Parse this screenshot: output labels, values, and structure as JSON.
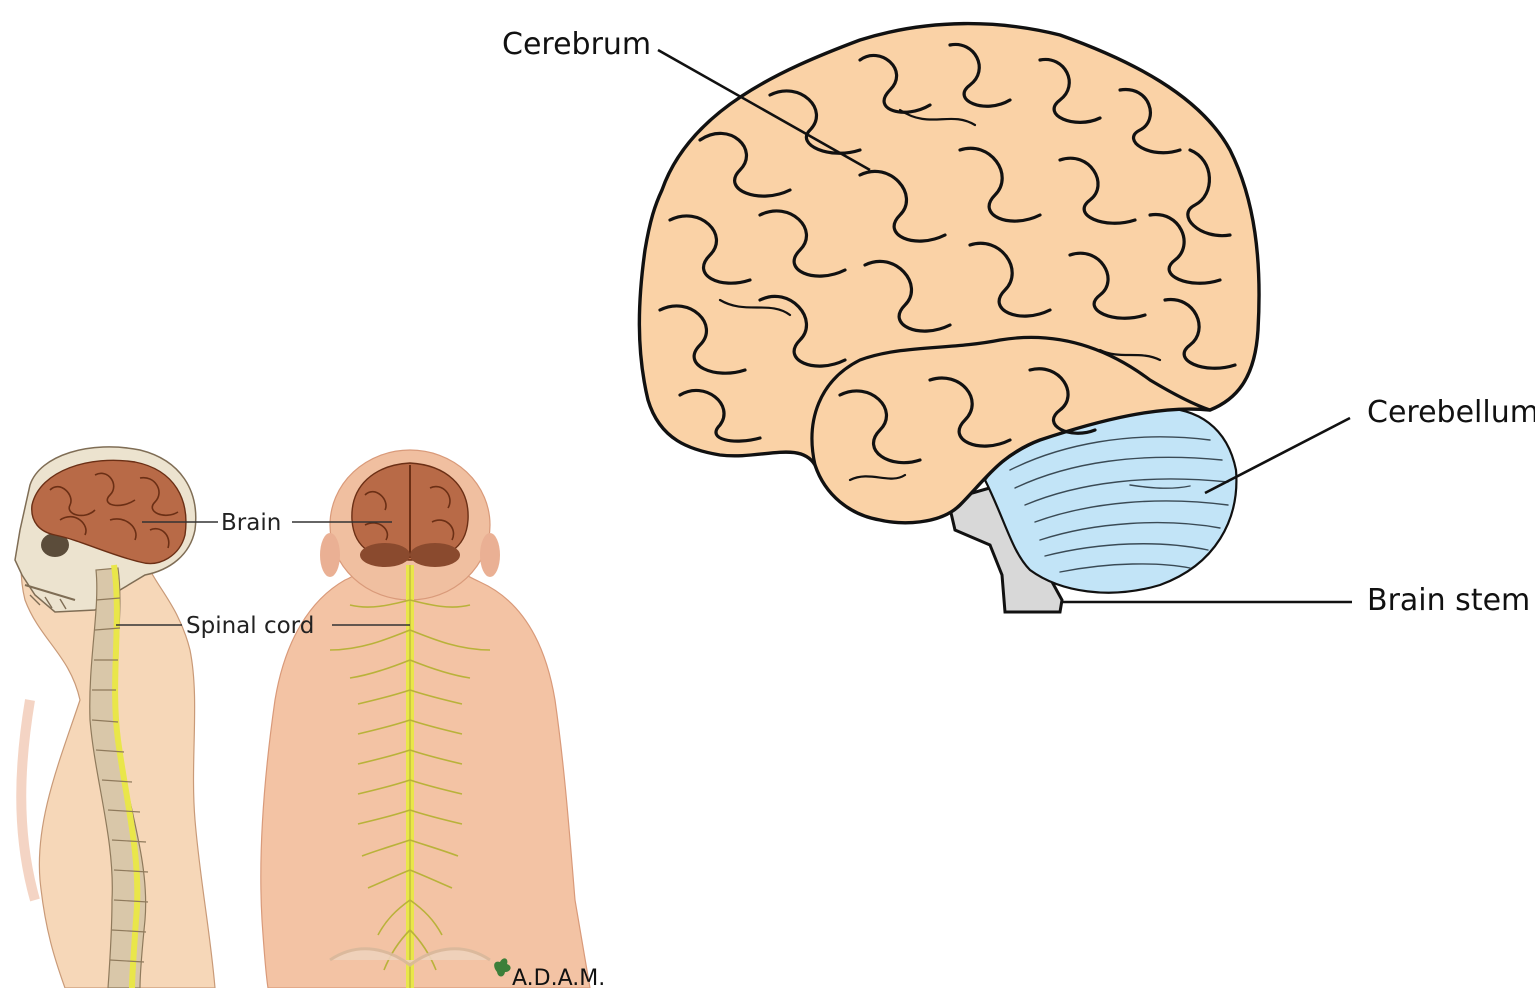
{
  "right_diagram": {
    "labels": {
      "cerebrum": "Cerebrum",
      "cerebellum": "Cerebellum",
      "brain_stem": "Brain stem"
    },
    "colors": {
      "cerebrum": "#fad2a6",
      "cerebellum": "#c2e4f7",
      "brain_stem": "#d8d8d8",
      "outline": "#111111"
    }
  },
  "left_illustration": {
    "labels": {
      "brain": "Brain",
      "spinal_cord": "Spinal cord"
    },
    "logo_text": "A.D.A.M.",
    "colors": {
      "skin": "#f3c3a4",
      "brain": "#b86a47",
      "spinal_cord": "#e9e64a",
      "vertebrae": "#d9c7a9"
    }
  }
}
